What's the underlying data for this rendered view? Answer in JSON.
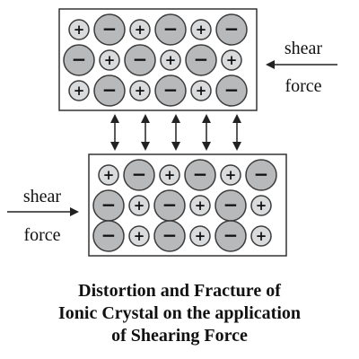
{
  "labels": {
    "shear_force_right": [
      "shear",
      "force"
    ],
    "shear_force_left": [
      "shear",
      "force"
    ]
  },
  "top_block": [
    [
      "+",
      "−",
      "+",
      "−",
      "+",
      "−"
    ],
    [
      "−",
      "+",
      "−",
      "+",
      "−",
      "+"
    ],
    [
      "+",
      "−",
      "+",
      "−",
      "+",
      "−"
    ]
  ],
  "bottom_block": [
    [
      "+",
      "−",
      "+",
      "−",
      "+",
      "−"
    ],
    [
      "−",
      "+",
      "−",
      "+",
      "−",
      "+"
    ],
    [
      "−",
      "+",
      "−",
      "+",
      "−",
      "+"
    ]
  ],
  "caption": [
    "Distortion and Fracture of",
    "Ionic Crystal on the application",
    "of Shearing Force"
  ]
}
